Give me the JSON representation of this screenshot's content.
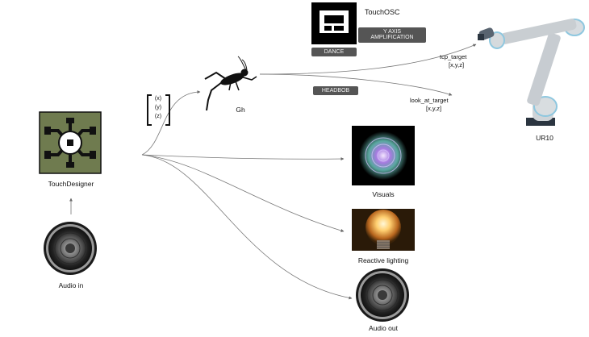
{
  "nodes": {
    "touchdesigner": {
      "label": "TouchDesigner"
    },
    "audio_in": {
      "label": "Audio in"
    },
    "xyz": {
      "x": "(x)",
      "y": "(y)",
      "z": "(z)"
    },
    "gh": {
      "label": "Gh"
    },
    "touchosc": {
      "label": "TouchOSC",
      "buttons": {
        "y_axis": "Y AXIS\nAMPLIFICATION",
        "dance": "DANCE",
        "headbob": "HEADBOB"
      }
    },
    "tcp_target": {
      "name": "tcp_target",
      "value": "[x,y,z]"
    },
    "look_at_target": {
      "name": "look_at_target",
      "value": "[x,y,z]"
    },
    "ur10": {
      "label": "UR10"
    },
    "visuals": {
      "label": "Visuals"
    },
    "reactive_lighting": {
      "label": "Reactive lighting"
    },
    "audio_out": {
      "label": "Audio out"
    }
  },
  "colors": {
    "touchdesigner_bg": "#6f7b4f",
    "pill": "#555555",
    "arrow": "#666666"
  },
  "icons": [
    "touchdesigner-logo-icon",
    "speaker-icon",
    "grasshopper-icon",
    "touchosc-logo-icon",
    "robot-arm-icon",
    "rose-visual-icon",
    "light-bulb-icon"
  ]
}
